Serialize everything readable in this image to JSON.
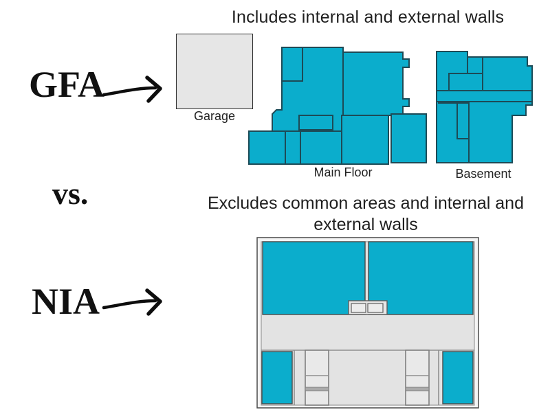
{
  "colors": {
    "room_teal": "#0badcc",
    "plan_wall_dark": "#1d4a56",
    "garage_gray": "#e6e6e6",
    "common_area_gray": "#e3e3e3",
    "text": "#1a1a1a"
  },
  "gfa_section": {
    "term": "GFA",
    "caption": "Includes internal and external walls",
    "plans": {
      "garage_label": "Garage",
      "main_floor_label": "Main Floor",
      "basement_label": "Basement"
    }
  },
  "separator": "vs.",
  "nia_section": {
    "term": "NIA",
    "caption": "Excludes common areas and internal and external walls"
  }
}
